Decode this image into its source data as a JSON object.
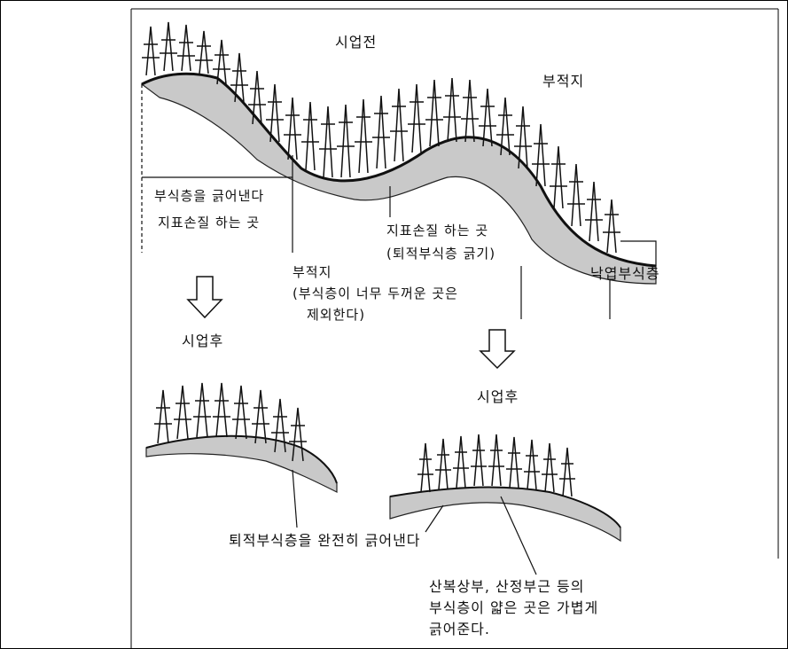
{
  "labels": {
    "before": "시업전",
    "site_unsuitable": "부적지",
    "scrape_humus": "부식층을 긁어낸다",
    "surface_prep": "지표손질 하는 곳",
    "unsuitable_title": "부적지",
    "unsuitable_note_1": "(부식층이 너무 두꺼운 곳은",
    "unsuitable_note_2": "제외한다)",
    "surface_prep_2": "지표손질 하는 곳",
    "surface_prep_2_note": "(퇴적부식층 긁기)",
    "litter_layer": "낙엽부식층",
    "after_left": "시업후",
    "after_right": "시업후",
    "scrape_full": "퇴적부식층을 완전히 긁어낸다",
    "ridge_note": "산복상부, 산정부근 등의\n부식층이 얇은 곳은 가볍게\n긁어준다."
  },
  "colors": {
    "ink": "#111111",
    "soil": "#444444",
    "frame": "#000000"
  }
}
